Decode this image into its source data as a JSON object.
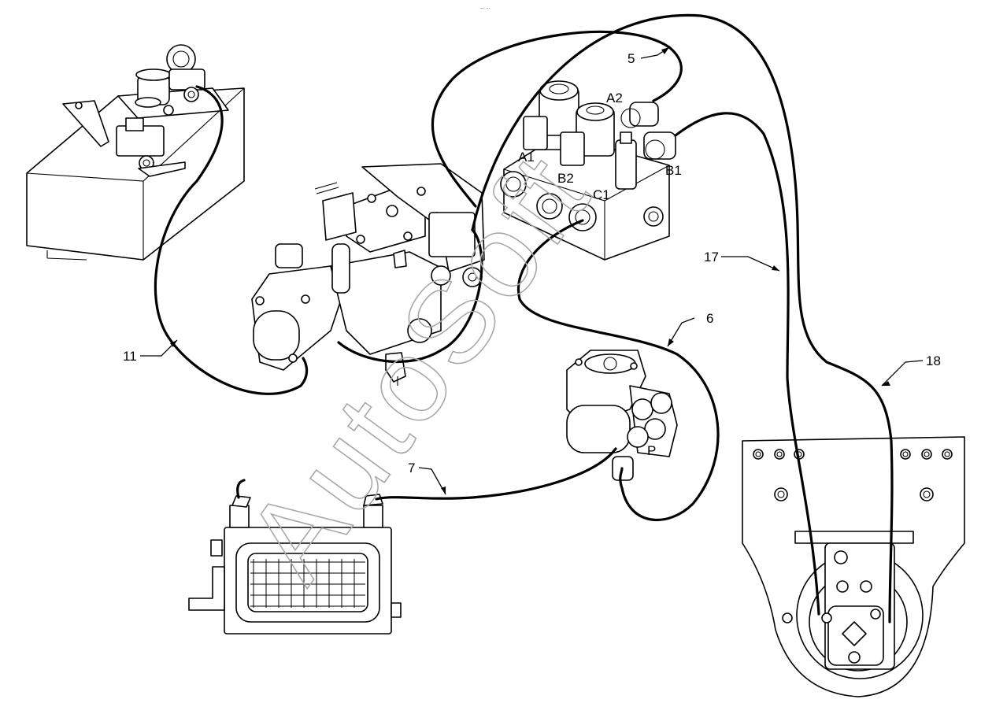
{
  "watermark": "AutoSoft",
  "header_mark": "–·· ···",
  "callouts": {
    "c5": "5",
    "c6": "6",
    "c7": "7",
    "c11": "11",
    "c17": "17",
    "c18": "18"
  },
  "ports": {
    "a1": "A1",
    "a2": "A2",
    "b1": "B1",
    "b2": "B2",
    "c1": "C1",
    "p": "P"
  },
  "colors": {
    "line": "#000000",
    "background": "#ffffff",
    "watermark": "#a8a8a8"
  }
}
